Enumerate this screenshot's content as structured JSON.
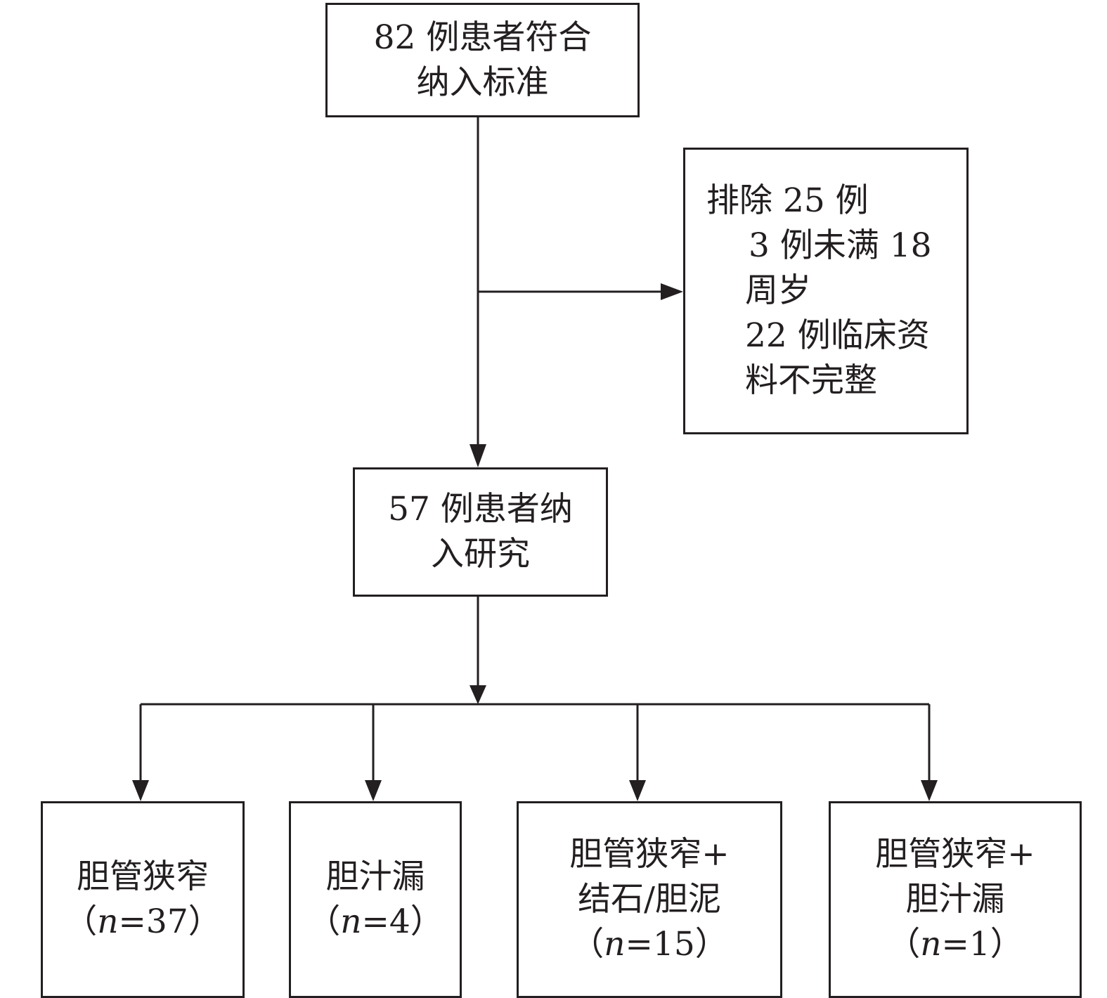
{
  "title": "",
  "nodes": {
    "eligible": {
      "lines": [
        "82 例患者符合",
        "纳入标准"
      ]
    },
    "excluded": {
      "header": "排除 25 例",
      "reasons": [
        {
          "lines": [
            "3 例未满 18",
            "周岁"
          ]
        },
        {
          "lines": [
            "22 例临床资",
            "料不完整"
          ]
        }
      ]
    },
    "included": {
      "lines": [
        "57 例患者纳",
        "入研究"
      ]
    },
    "groups": [
      {
        "lines": [
          "胆管狭窄"
        ],
        "n_label": "n",
        "n_value": "=37"
      },
      {
        "lines": [
          "胆汁漏"
        ],
        "n_label": "n",
        "n_value": "=4"
      },
      {
        "lines": [
          "胆管狭窄+",
          "结石/胆泥"
        ],
        "n_label": "n",
        "n_value": "=15"
      },
      {
        "lines": [
          "胆管狭窄+",
          "胆汁漏"
        ],
        "n_label": "n",
        "n_value": "=1"
      }
    ],
    "paren_open": "（",
    "paren_close": "）"
  },
  "colors": {
    "stroke": "#231f20",
    "background": "#ffffff"
  }
}
